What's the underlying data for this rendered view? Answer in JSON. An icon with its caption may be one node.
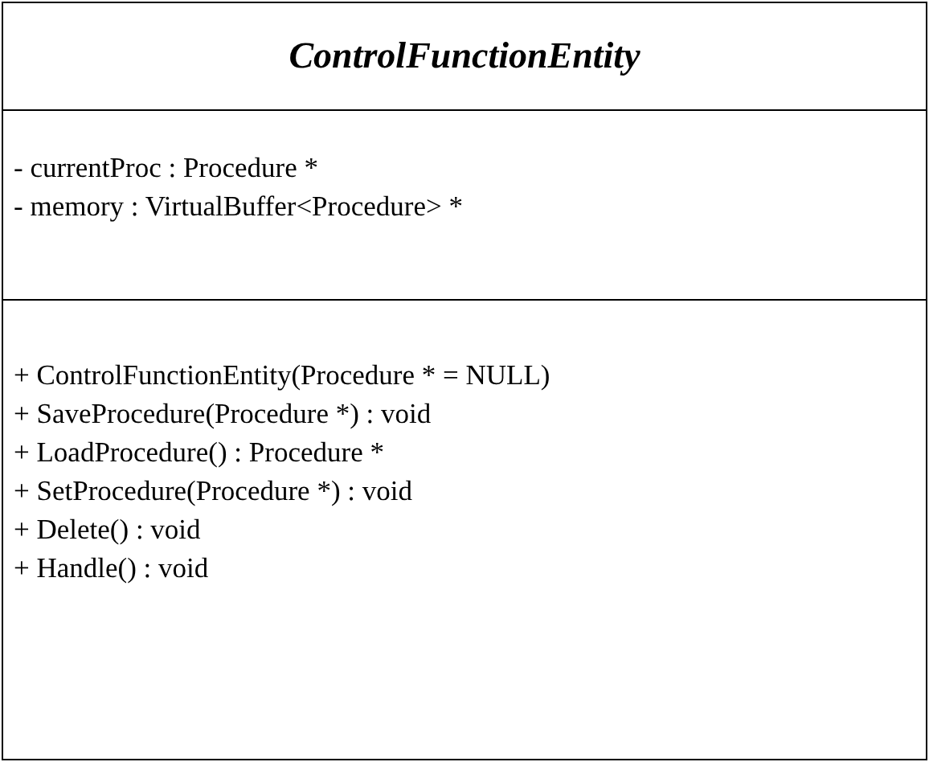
{
  "diagram": {
    "nodes": [
      {
        "text": [
          "ControlFunctionEntity"
        ]
      },
      {
        "text": [
          "- currentProc : Procedure *",
          "- memory : VirtualBuffer<Procedure> *"
        ],
        "in": 0
      },
      {
        "text": [
          "+ ControlFunctionEntity(Procedure * = NULL)",
          "+ SaveProcedure(Procedure *) : void",
          "+ LoadProcedure() : Procedure *",
          "+ SetProcedure(Procedure *) : void",
          "+ Delete() : void",
          "+ Handle() : void"
        ],
        "in": 0
      }
    ]
  }
}
